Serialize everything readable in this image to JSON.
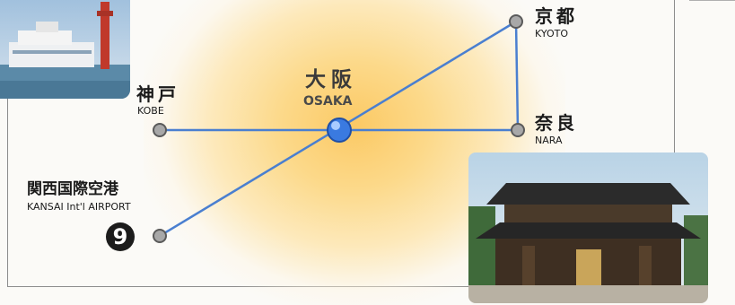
{
  "stations": {
    "kyoto": {
      "jp": "京都",
      "en": "KYOTO"
    },
    "kobe": {
      "jp": "神戸",
      "en": "KOBE"
    },
    "osaka": {
      "jp": "大阪",
      "en": "OSAKA"
    },
    "nara": {
      "jp": "奈良",
      "en": "NARA"
    },
    "kansai": {
      "jp": "関西国際空港",
      "en": "KANSAI Int'l AIRPORT"
    }
  },
  "route_badge": "9",
  "colors": {
    "route_line": "#4a7fd0",
    "hub": "#2f6fd6",
    "node": "#8a8a8a",
    "glow": "#fbc964"
  }
}
